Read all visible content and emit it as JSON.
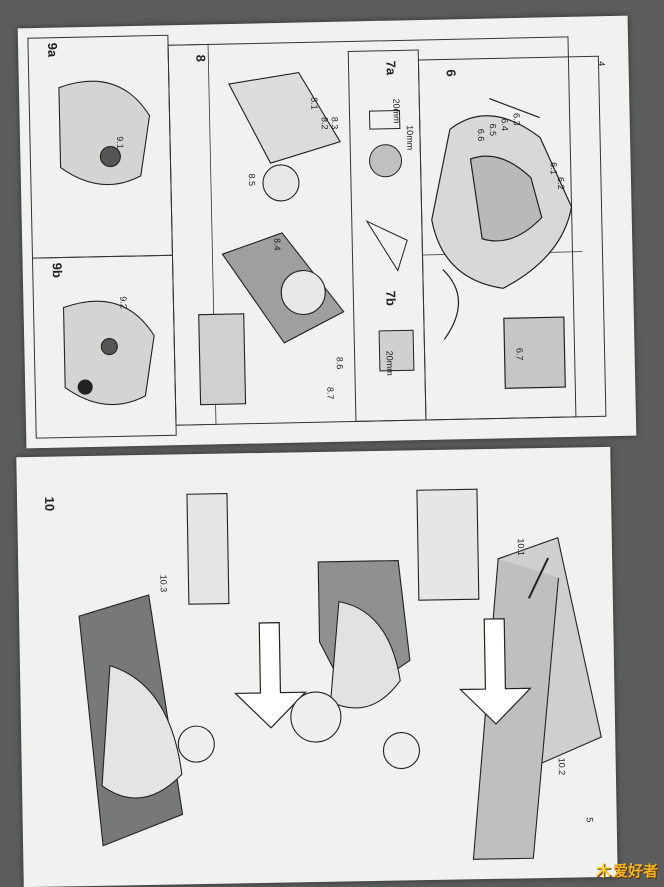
{
  "top_page": {
    "page_number": "4",
    "figures": {
      "fig_6": "6",
      "fig_7a": "7a",
      "fig_7b": "7b",
      "fig_8": "8",
      "fig_9a": "9a",
      "fig_9b": "9b"
    },
    "callouts_6": [
      "6.1",
      "6.2",
      "6.3",
      "6.4",
      "6.5",
      "6.6",
      "6.7"
    ],
    "callouts_8": [
      "8.1",
      "8.2",
      "8.3",
      "8.4",
      "8.5",
      "8.6",
      "8.7"
    ],
    "callouts_9": [
      "9.1",
      "9.2"
    ],
    "dim_labels": [
      "20mm",
      "10mm",
      "20mm"
    ]
  },
  "bottom_page": {
    "page_number": "5",
    "figures": {
      "fig_10": "10"
    },
    "callouts_10": [
      "10.1",
      "10.2",
      "10.3"
    ]
  },
  "watermark": {
    "text": "爱好者"
  }
}
